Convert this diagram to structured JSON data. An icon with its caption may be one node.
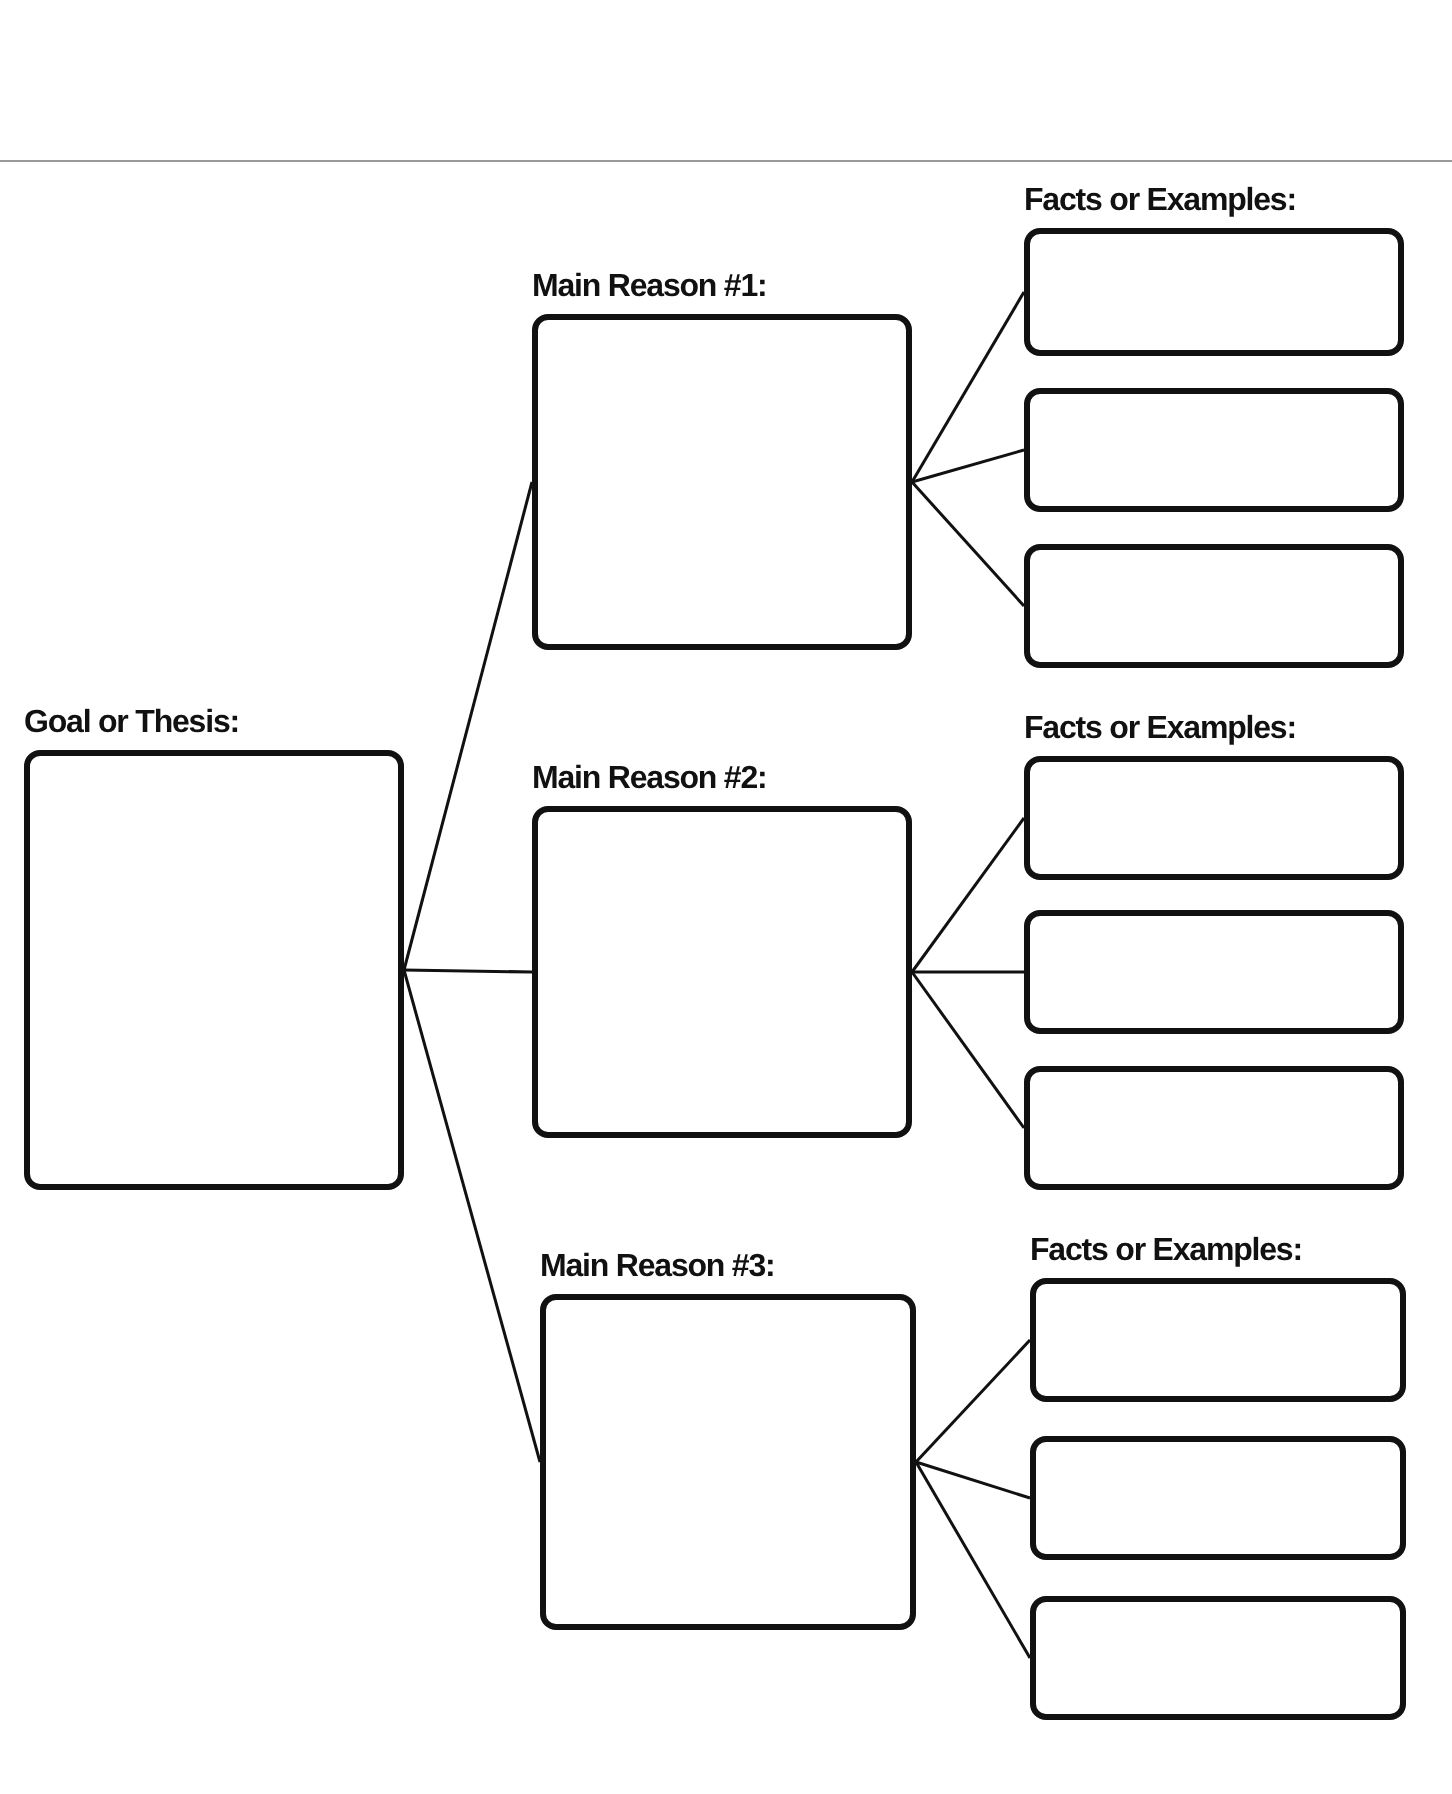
{
  "diagram": {
    "nodes": [
      {
        "text": [
          "Goal or Thesis:"
        ]
      },
      {
        "text": [
          "Main Reason #1:"
        ]
      },
      {
        "text": [
          "Facts or Examples:"
        ]
      },
      {
        "text": [],
        "shape": "box"
      },
      {
        "text": [],
        "shape": "box"
      },
      {
        "text": [
          "Main Reason #2:"
        ]
      },
      {
        "text": [
          "Facts or Examples:"
        ]
      },
      {
        "text": [],
        "shape": "box"
      },
      {
        "text": [],
        "shape": "box"
      },
      {
        "text": [
          "Main Reason #3:"
        ]
      },
      {
        "text": [
          "Facts or Examples:"
        ]
      },
      {
        "text": [],
        "shape": "box"
      },
      {
        "text": [],
        "shape": "box"
      }
    ],
    "edges": [
      {
        "from": 0,
        "to": 1,
        "arrow": "none"
      },
      {
        "from": 0,
        "to": 5,
        "arrow": "none"
      },
      {
        "from": 0,
        "to": 9,
        "arrow": "none"
      },
      {
        "from": 1,
        "to": 2,
        "arrow": "none"
      },
      {
        "from": 1,
        "to": 3,
        "arrow": "none"
      },
      {
        "from": 1,
        "to": 4,
        "arrow": "none"
      },
      {
        "from": 5,
        "to": 6,
        "arrow": "none"
      },
      {
        "from": 5,
        "to": 7,
        "arrow": "none"
      },
      {
        "from": 5,
        "to": 8,
        "arrow": "none"
      },
      {
        "from": 9,
        "to": 10,
        "arrow": "none"
      },
      {
        "from": 9,
        "to": 11,
        "arrow": "none"
      },
      {
        "from": 9,
        "to": 12,
        "arrow": "none"
      }
    ]
  }
}
